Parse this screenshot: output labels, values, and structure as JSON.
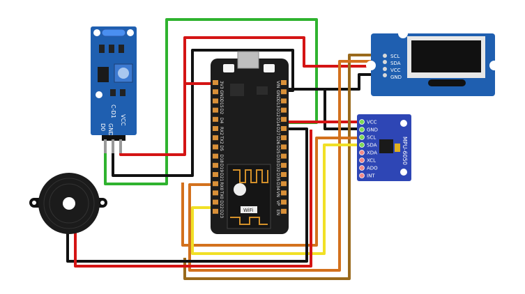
{
  "vibration_sensor": {
    "model_label": "C-D1",
    "pins": [
      "D0",
      "GND",
      "VCC"
    ]
  },
  "esp32": {
    "left_pins": [
      "3V3",
      "GND",
      "D15",
      "D2",
      "D4",
      "RX2",
      "TX2",
      "D5",
      "D18",
      "D19",
      "D21",
      "RX0",
      "TX0",
      "D22",
      "D23"
    ],
    "right_pins": [
      "VIN",
      "GND",
      "D13",
      "D12",
      "D14",
      "D27",
      "D26",
      "D25",
      "D33",
      "D32",
      "D35",
      "D34",
      "VN",
      "VP",
      "EN"
    ],
    "wifi_label": "WiFi"
  },
  "oled": {
    "pins": [
      "SCL",
      "SDA",
      "VCC",
      "GND"
    ]
  },
  "mpu": {
    "pins": [
      "VCC",
      "GND",
      "SCL",
      "SDA",
      "XDA",
      "XCL",
      "ADO",
      "INT"
    ],
    "model_label": "MPU-6050"
  },
  "colors": {
    "red": "#d41414",
    "black": "#111111",
    "green": "#2fb32f",
    "yellow": "#f1e026",
    "orange": "#d3711d",
    "brown": "#9a6a1c",
    "board_blue": "#1f5fb0",
    "esp_board": "#1c1c1c"
  }
}
